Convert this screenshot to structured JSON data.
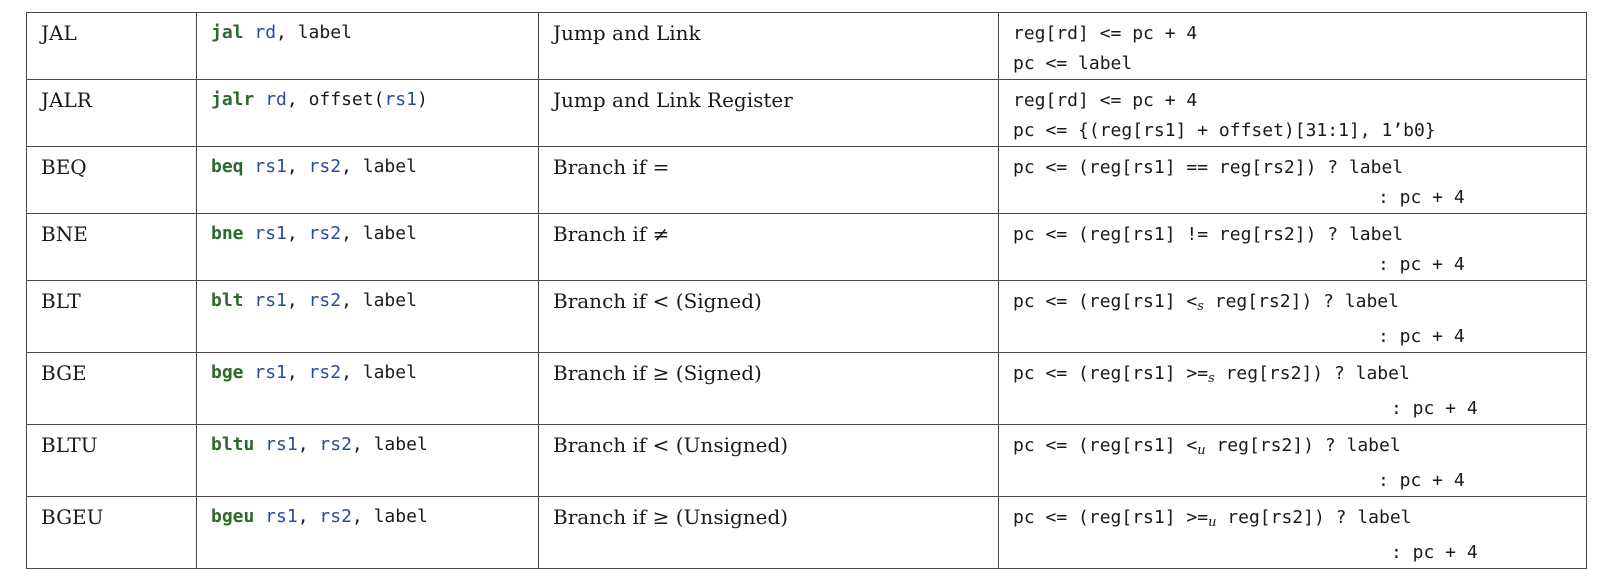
{
  "rows": [
    {
      "name": "JAL",
      "mnemonic": "jal",
      "operands": [
        {
          "t": "rd",
          "reg": true
        },
        {
          "t": ", label",
          "reg": false
        }
      ],
      "description": "Jump and Link",
      "semantics": [
        "reg[rd] <= pc + 4",
        "pc <= label"
      ]
    },
    {
      "name": "JALR",
      "mnemonic": "jalr",
      "operands": [
        {
          "t": "rd",
          "reg": true
        },
        {
          "t": ", offset(",
          "reg": false
        },
        {
          "t": "rs1",
          "reg": true
        },
        {
          "t": ")",
          "reg": false
        }
      ],
      "description": "Jump and Link Register",
      "semantics": [
        "reg[rd] <= pc + 4",
        "pc <= {(reg[rs1] + offset)[31:1], 1’b0}"
      ]
    },
    {
      "name": "BEQ",
      "mnemonic": "beq",
      "operands": [
        {
          "t": "rs1",
          "reg": true
        },
        {
          "t": ", ",
          "reg": false
        },
        {
          "t": "rs2",
          "reg": true
        },
        {
          "t": ", label",
          "reg": false
        }
      ],
      "description": "Branch if =",
      "sem_pre": "pc <= (reg[rs1] == reg[rs2]) ? label",
      "sem_sub": "",
      "sem_post": "",
      "sem_cont": ": pc + 4"
    },
    {
      "name": "BNE",
      "mnemonic": "bne",
      "operands": [
        {
          "t": "rs1",
          "reg": true
        },
        {
          "t": ", ",
          "reg": false
        },
        {
          "t": "rs2",
          "reg": true
        },
        {
          "t": ", label",
          "reg": false
        }
      ],
      "description": "Branch if ≠",
      "sem_pre": "pc <= (reg[rs1] != reg[rs2]) ? label",
      "sem_sub": "",
      "sem_post": "",
      "sem_cont": ": pc + 4"
    },
    {
      "name": "BLT",
      "mnemonic": "blt",
      "operands": [
        {
          "t": "rs1",
          "reg": true
        },
        {
          "t": ", ",
          "reg": false
        },
        {
          "t": "rs2",
          "reg": true
        },
        {
          "t": ", label",
          "reg": false
        }
      ],
      "description": "Branch if < (Signed)",
      "sem_pre": "pc <= (reg[rs1] <",
      "sem_sub": "s",
      "sem_post": " reg[rs2]) ? label",
      "sem_cont": ": pc + 4"
    },
    {
      "name": "BGE",
      "mnemonic": "bge",
      "operands": [
        {
          "t": "rs1",
          "reg": true
        },
        {
          "t": ", ",
          "reg": false
        },
        {
          "t": "rs2",
          "reg": true
        },
        {
          "t": ", label",
          "reg": false
        }
      ],
      "description": "Branch if ≥ (Signed)",
      "sem_pre": "pc <= (reg[rs1] >=",
      "sem_sub": "s",
      "sem_post": " reg[rs2]) ? label",
      "sem_cont": ": pc + 4"
    },
    {
      "name": "BLTU",
      "mnemonic": "bltu",
      "operands": [
        {
          "t": "rs1",
          "reg": true
        },
        {
          "t": ", ",
          "reg": false
        },
        {
          "t": "rs2",
          "reg": true
        },
        {
          "t": ", label",
          "reg": false
        }
      ],
      "description": "Branch if < (Unsigned)",
      "sem_pre": "pc <= (reg[rs1] <",
      "sem_sub": "u",
      "sem_post": " reg[rs2]) ? label",
      "sem_cont": ": pc + 4"
    },
    {
      "name": "BGEU",
      "mnemonic": "bgeu",
      "operands": [
        {
          "t": "rs1",
          "reg": true
        },
        {
          "t": ", ",
          "reg": false
        },
        {
          "t": "rs2",
          "reg": true
        },
        {
          "t": ", label",
          "reg": false
        }
      ],
      "description": "Branch if ≥ (Unsigned)",
      "sem_pre": "pc <= (reg[rs1] >=",
      "sem_sub": "u",
      "sem_post": " reg[rs2]) ? label",
      "sem_cont": ": pc + 4"
    }
  ],
  "colors": {
    "mnemonic": "#2a6a2a",
    "register": "#2a4aa0",
    "border": "#4a4a4a",
    "text": "#1a1a1a"
  }
}
